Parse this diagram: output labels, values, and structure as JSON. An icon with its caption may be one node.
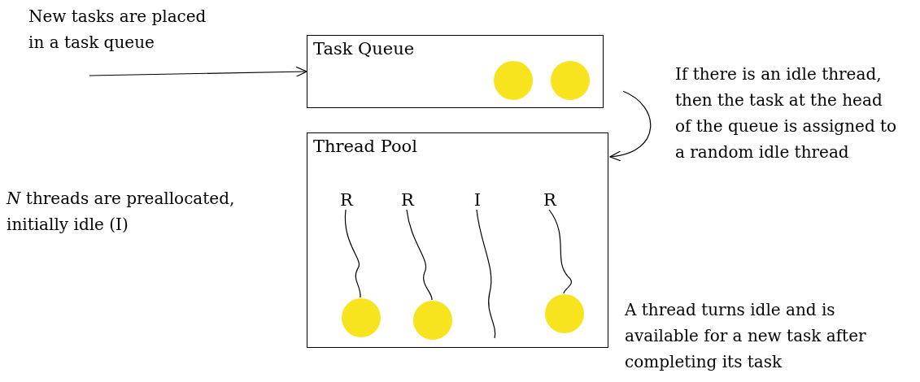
{
  "diagram": {
    "nodes": [
      {
        "text": [
          "Task Queue"
        ]
      },
      {
        "text": [],
        "shape": "circle",
        "in": 0
      },
      {
        "text": [],
        "shape": "circle",
        "in": 0
      },
      {
        "text": [
          "Thread Pool"
        ]
      },
      {
        "text": [
          "R"
        ],
        "in": 3
      },
      {
        "text": [
          "R"
        ],
        "in": 3
      },
      {
        "text": [
          "I"
        ],
        "in": 3
      },
      {
        "text": [
          "R"
        ],
        "in": 3
      },
      {
        "text": [],
        "shape": "circle",
        "in": 3
      },
      {
        "text": [],
        "shape": "circle",
        "in": 3
      },
      {
        "text": [],
        "shape": "circle",
        "in": 3
      }
    ],
    "edges": [
      {
        "from": null,
        "to": 0,
        "arrow": "to"
      },
      {
        "from": 0,
        "to": 3,
        "arrow": "to"
      },
      {
        "from": 4,
        "to": 8,
        "arrow": "none"
      },
      {
        "from": 5,
        "to": 9,
        "arrow": "none"
      },
      {
        "from": 6,
        "to": null,
        "arrow": "none"
      },
      {
        "from": 7,
        "to": 10,
        "arrow": "none"
      }
    ],
    "labels": [
      "New tasks are placed in a task queue",
      "If there is an idle thread, then the task at the head of the queue is assigned to a random idle thread",
      "*N* threads are preallocated, initially idle (I)",
      "A thread turns idle and is available for a new task after completing its task"
    ]
  }
}
